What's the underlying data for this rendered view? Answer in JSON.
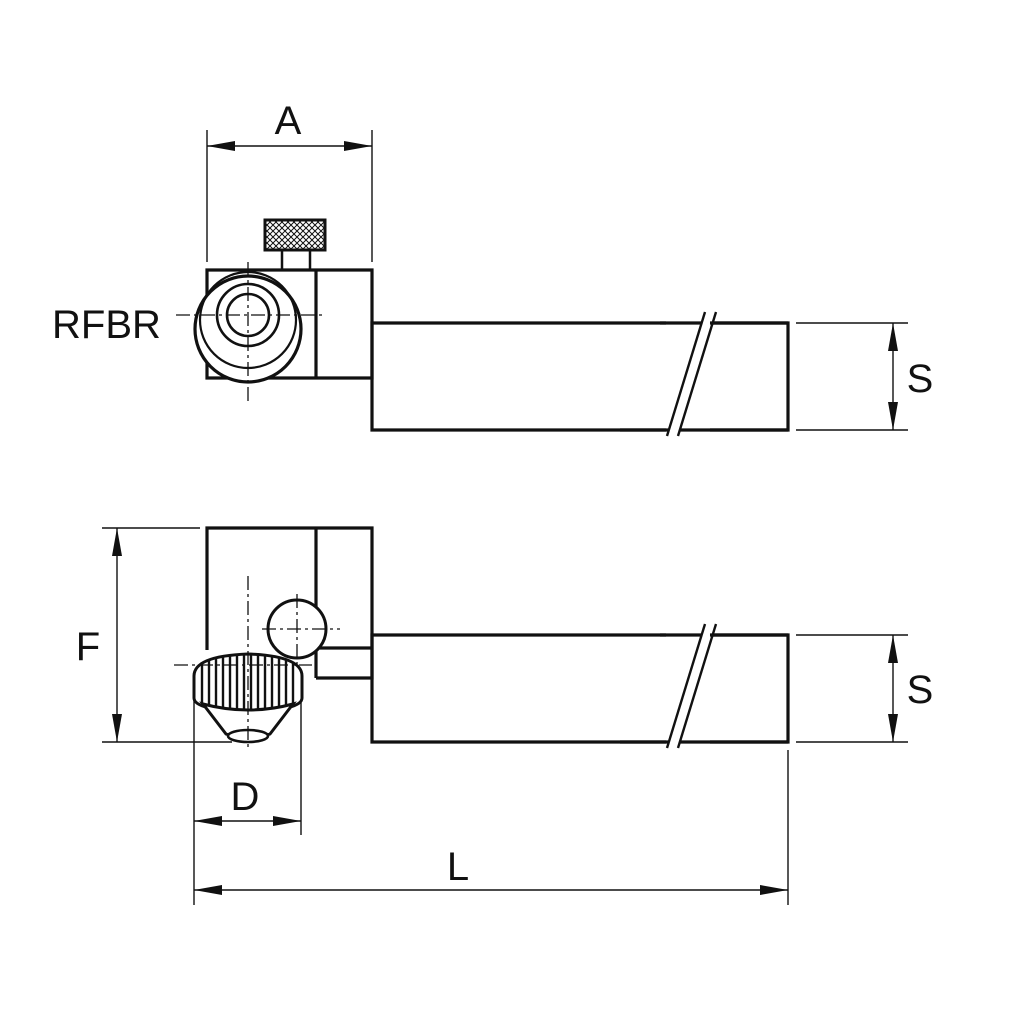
{
  "labels": {
    "A": "A",
    "RFBR": "RFBR",
    "S_top": "S",
    "F": "F",
    "S_bottom": "S",
    "D": "D",
    "L": "L"
  },
  "colors": {
    "line": "#111111",
    "background": "#ffffff"
  }
}
